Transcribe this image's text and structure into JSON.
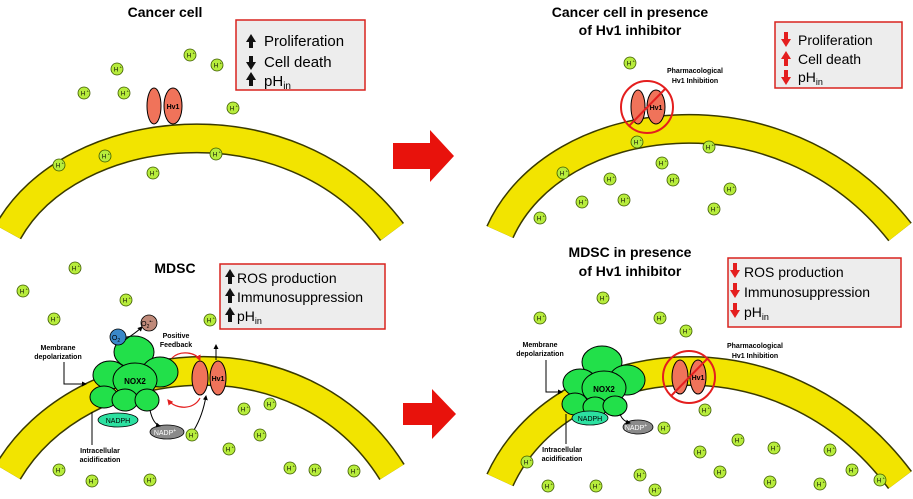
{
  "panels": {
    "top_left": {
      "title": "Cancer  cell",
      "effects": [
        {
          "arrow": "up",
          "label": "Proliferation"
        },
        {
          "arrow": "down",
          "label": "Cell death"
        },
        {
          "arrow": "up",
          "label": "pH",
          "sub": "in"
        }
      ],
      "channel_label": "Hv1",
      "proton_label": "H+"
    },
    "top_right": {
      "title_line1": "Cancer cell  in presence",
      "title_line2": "of Hv1 inhibitor",
      "effects": [
        {
          "arrow": "down",
          "label": "Proliferation"
        },
        {
          "arrow": "up",
          "label": "Cell death"
        },
        {
          "arrow": "down",
          "label": "pH",
          "sub": "in"
        }
      ],
      "inhibition_line1": "Pharmacological",
      "inhibition_line2": "Hv1 Inhibition",
      "channel_label": "Hv1"
    },
    "bottom_left": {
      "title": "MDSC",
      "effects": [
        {
          "arrow": "up",
          "label": "ROS production"
        },
        {
          "arrow": "up",
          "label": "Immunosuppression"
        },
        {
          "arrow": "up",
          "label": "pH",
          "sub": "in"
        }
      ],
      "o2": "O",
      "o2_sub": "2",
      "o2_radical": "O",
      "o2_radical_sub": "2",
      "o2_radical_sup": "•-",
      "positive_feedback_line1": "Positive",
      "positive_feedback_line2": "Feedback",
      "membrane_line1": "Membrane",
      "membrane_line2": "depolarization",
      "nox2": "NOX2",
      "nadph": "NADPH",
      "nadp": "NADP",
      "nadp_sup": "+",
      "acid_line1": "Intracellular",
      "acid_line2": "acidification",
      "channel_label": "Hv1"
    },
    "bottom_right": {
      "title_line1": "MDSC in presence",
      "title_line2": "of Hv1 inhibitor",
      "effects": [
        {
          "arrow": "down",
          "label": "ROS production"
        },
        {
          "arrow": "down",
          "label": "Immunosuppression"
        },
        {
          "arrow": "down",
          "label": "pH",
          "sub": "in"
        }
      ],
      "membrane_line1": "Membrane",
      "membrane_line2": "depolarization",
      "nox2": "NOX2",
      "nadph": "NADPH",
      "nadp": "NADP",
      "nadp_sup": "+",
      "acid_line1": "Intracellular",
      "acid_line2": "acidification",
      "inhibition_line1": "Pharmacological",
      "inhibition_line2": "Hv1 Inhibition",
      "channel_label": "Hv1"
    }
  },
  "colors": {
    "membrane": "#f2e400",
    "membrane_edge": "#3a3a00",
    "proton": "#b7ec3c",
    "channel": "#f0735a",
    "nox2": "#22e04a",
    "inhibitor_ring": "#e41e1e",
    "big_arrow": "#e8120c",
    "box_fill": "#ededed",
    "box_border": "#d9231f"
  }
}
